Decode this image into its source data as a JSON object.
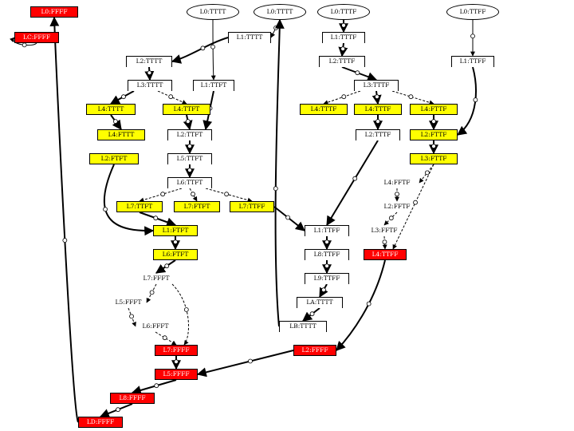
{
  "colors": {
    "red": "#ff0000",
    "yellow": "#ffff00",
    "white": "#ffffff",
    "edge": "#000000"
  },
  "nodes": {
    "l0_ffff": "L0:FFFF",
    "l0_tttt_a": "L0:TTTT",
    "l0_tttt_b": "L0:TTTT",
    "l0_tttf": "L0:TTTF",
    "l0_ttff": "L0:TTFF",
    "lc_ffff": "LC:FFFF",
    "l1_tttt": "L1:TTTT",
    "l1_tttf": "L1:TTTF",
    "l1_ttff": "L1:TTFF",
    "l2_tttt": "L2:TTTT",
    "l2_tttf": "L2:TTTF",
    "l3_tttt": "L3:TTTT",
    "l1_ttft": "L1:TTFT",
    "l3_tttf": "L3:TTTF",
    "l4_tttt": "L4:TTTT",
    "l4_ttft": "L4:TTFT",
    "l4_tttf_a": "L4:TTTF",
    "l4_tttf_b": "L4:TTTF",
    "l4_fttf": "L4:FTTF",
    "l4_fttt": "L4:FTTT",
    "l2_ttft": "L2:TTFT",
    "l2_tttf_b": "L2:TTTF",
    "l2_fttf": "L2:FTTF",
    "l2_ftft": "L2:FTFT",
    "l5_ttft": "L5:TTFT",
    "l3_fttf": "L3:FTTF",
    "l4_fftf": "L4:FFTF",
    "l6_ttft": "L6:TTFT",
    "l2_fftf": "L2:FFTF",
    "l7_ttft_a": "L7:TTFT",
    "l7_ftft": "L7:FTFT",
    "l7_ttff": "L7:TTFF",
    "l3_fftf": "L3:FFTF",
    "l1_ftft": "L1:FTFT",
    "l1_ttff_b": "L1:TTFF",
    "l6_ftft": "L6:FTFT",
    "l8_ttff": "L8:TTFF",
    "l4_ttff": "L4:TTFF",
    "l7_ffft": "L7:FFFT",
    "l9_ttff": "L9:TTFF",
    "l5_ffft": "L5:FFFT",
    "la_tttt": "LA:TTTT",
    "l6_ffft": "L6:FFFT",
    "lb_tttt": "LB:TTTT",
    "l7_ffff": "L7:FFFF",
    "l2_ffff": "L2:FFFF",
    "l5_ffff": "L5:FFFF",
    "l8_ffff": "L8:FFFF",
    "ld_ffff": "LD:FFFF"
  }
}
